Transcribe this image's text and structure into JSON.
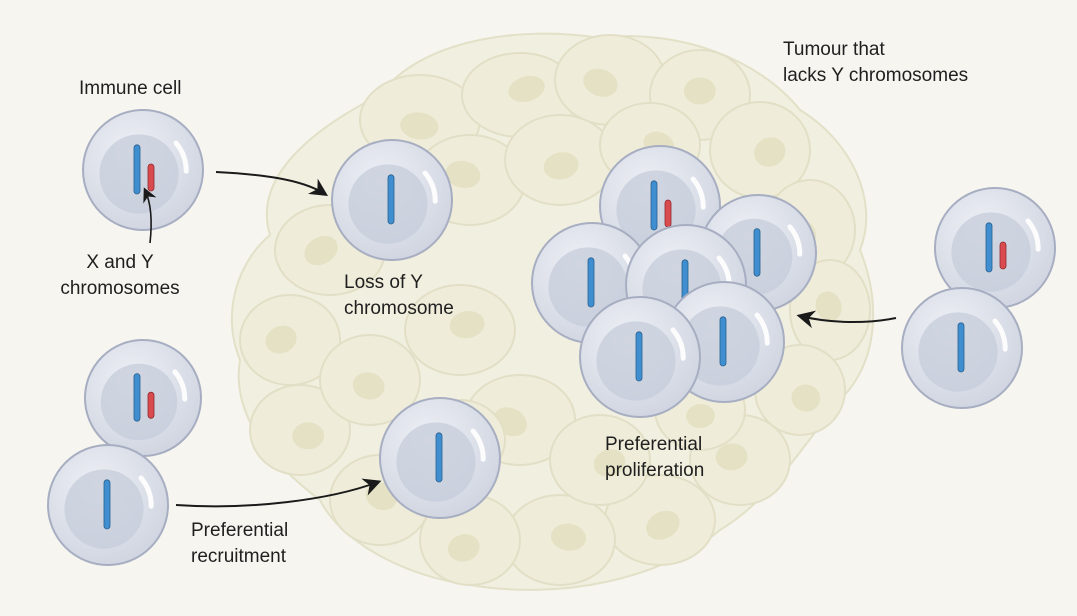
{
  "labels": {
    "immune_cell": "Immune cell",
    "x_and_y": [
      "X and Y",
      "chromosomes"
    ],
    "loss_of_y": [
      "Loss of Y",
      "chromosome"
    ],
    "tumour": [
      "Tumour that",
      "lacks Y chromosomes"
    ],
    "preferential_proliferation": [
      "Preferential",
      "proliferation"
    ],
    "preferential_recruitment": [
      "Preferential",
      "recruitment"
    ]
  },
  "colors": {
    "background": "#f6f5ef",
    "tumour_cell_fill": "#efedd9",
    "tumour_cell_stroke": "#e2dfc6",
    "tumour_nucleus": "#e4e1c4",
    "immune_cell_fill": "#d9dde7",
    "immune_cell_stroke": "#a7aec2",
    "immune_nucleus": "#c6ccda",
    "x_chromosome": "#3f8fd0",
    "y_chromosome": "#d94b4f",
    "arrow": "#1a1a1a"
  },
  "legend": {
    "x_chromosome_color_name": "blue",
    "y_chromosome_color_name": "red"
  }
}
